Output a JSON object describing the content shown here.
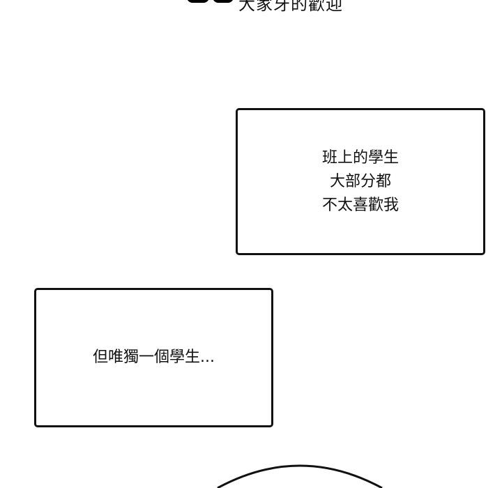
{
  "top_caption": "大家牙的歡迎",
  "narration_box_1": {
    "lines": [
      "班上的學生",
      "大部分都",
      "不太喜歡我"
    ]
  },
  "narration_box_2": {
    "lines": [
      "但唯獨一個學生..."
    ]
  }
}
